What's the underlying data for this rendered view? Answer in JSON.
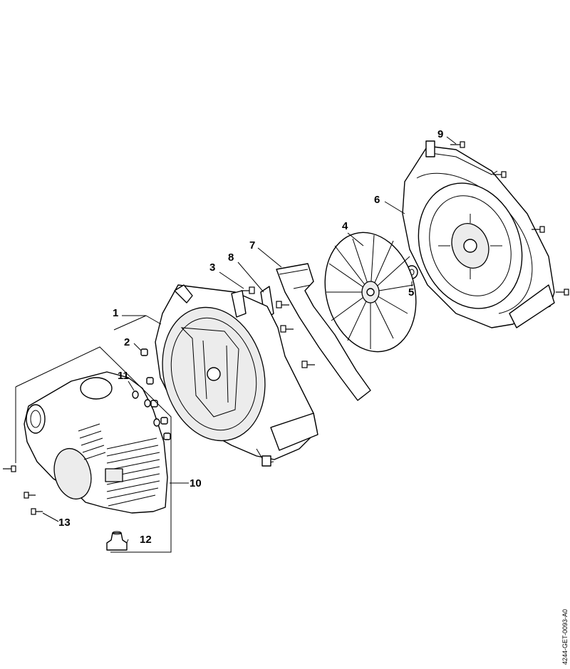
{
  "diagram": {
    "reference_code": "4244-GET-0093-A0",
    "callouts": [
      {
        "id": "1",
        "label": "1"
      },
      {
        "id": "2",
        "label": "2"
      },
      {
        "id": "3",
        "label": "3"
      },
      {
        "id": "4",
        "label": "4"
      },
      {
        "id": "5",
        "label": "5"
      },
      {
        "id": "6",
        "label": "6"
      },
      {
        "id": "7",
        "label": "7"
      },
      {
        "id": "8",
        "label": "8"
      },
      {
        "id": "9",
        "label": "9"
      },
      {
        "id": "10",
        "label": "10"
      },
      {
        "id": "11",
        "label": "11"
      },
      {
        "id": "12",
        "label": "12"
      },
      {
        "id": "13",
        "label": "13"
      }
    ]
  }
}
